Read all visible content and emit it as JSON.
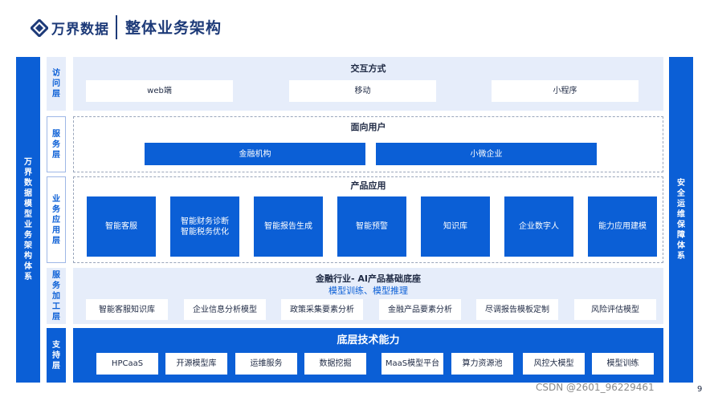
{
  "header": {
    "logo_text": "万界数据",
    "title": "整体业务架构"
  },
  "left_bar": "万界数据模型业务架构体系",
  "right_bar": "安全运维保障体系",
  "layers": {
    "access": {
      "label": "访问层",
      "title": "交互方式",
      "items": [
        "web端",
        "移动",
        "小程序"
      ]
    },
    "service": {
      "label": "服务层",
      "title": "面向用户",
      "items": [
        "金融机构",
        "小微企业"
      ]
    },
    "application": {
      "label": "业务应用层",
      "title": "产品应用",
      "items": [
        "智能客服",
        "智能财务诊断\n智能税务优化",
        "智能报告生成",
        "智能预警",
        "知识库",
        "企业数字人",
        "能力应用建模"
      ]
    },
    "processing": {
      "label": "服务加工层",
      "title": "金融行业- AI产品基础底座",
      "subtitle": "模型训练、模型推理",
      "items": [
        "智能客服知识库",
        "企业信息分析模型",
        "政策采集要素分析",
        "金融产品要素分析",
        "尽调报告模板定制",
        "风险评估模型"
      ]
    },
    "support": {
      "label": "支持层",
      "title": "底层技术能力",
      "items": [
        "HPCaaS",
        "开源模型库",
        "运维服务",
        "数据挖掘",
        "MaaS模型平台",
        "算力资源池",
        "风控大模型",
        "模型训练"
      ]
    }
  },
  "page_number": "9",
  "watermark": "CSDN @2601_96229461"
}
